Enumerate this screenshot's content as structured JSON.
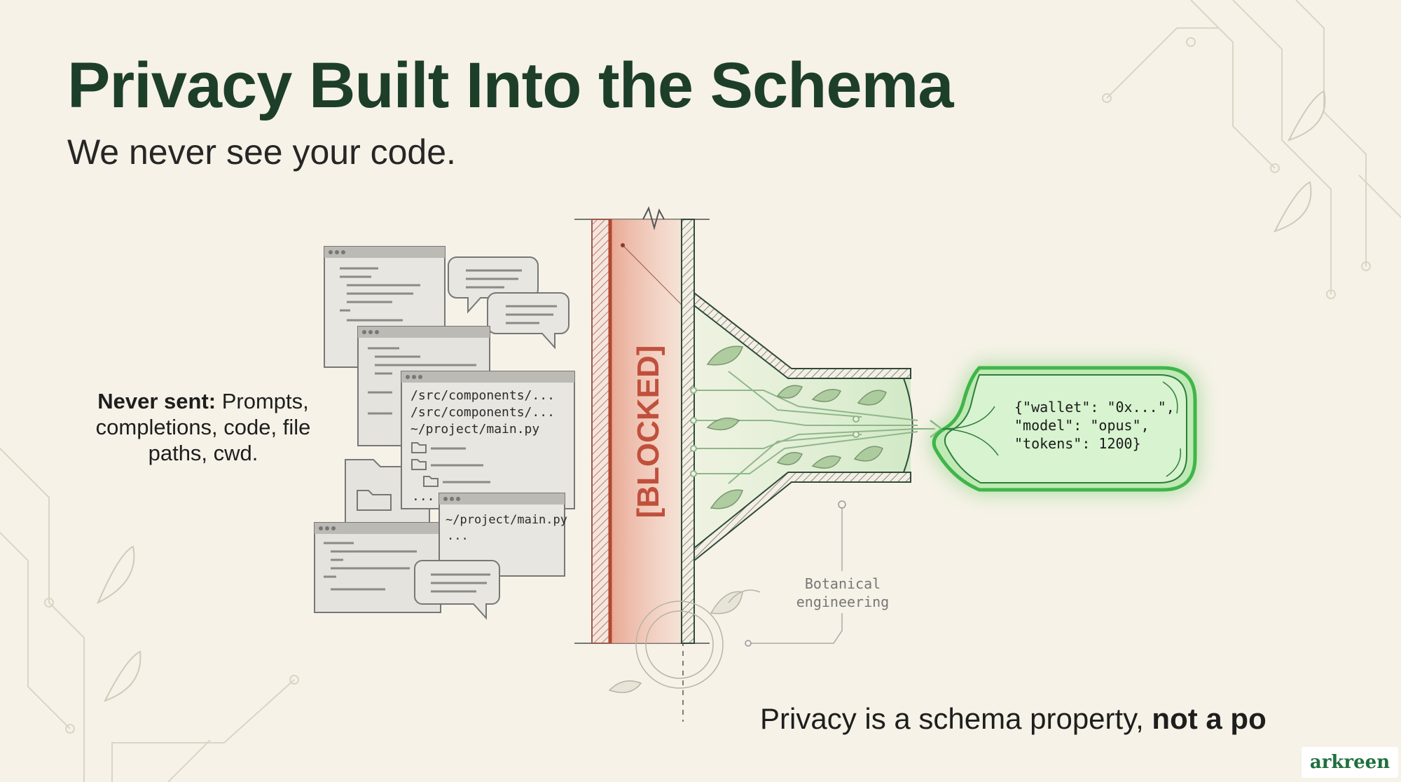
{
  "slide": {
    "title": "Privacy Built Into the Schema",
    "subtitle": "We never see your code.",
    "never_sent_label": "Never sent:",
    "never_sent_items": "Prompts, completions, code, file paths, cwd.",
    "schema_note_regular": "Privacy is a schema property, ",
    "schema_note_bold": "not a po"
  },
  "diagram": {
    "file_paths": [
      "/src/components/...",
      "/src/components/...",
      "~/project/main.py"
    ],
    "ellipsis": "...",
    "small_window_path": "~/project/main.py",
    "blocked_label": "[BLOCKED]",
    "annotation_line1": "Botanical",
    "annotation_line2": "engineering",
    "output_json": [
      "{\"wallet\": \"0x...\",",
      "\"model\": \"opus\",",
      "\"tokens\": 1200}"
    ]
  },
  "brand": {
    "name": "arkreen"
  },
  "colors": {
    "title": "#1d3f2a",
    "blocked": "#c0503c",
    "green": "#3fb54a",
    "pipe": "#2f4a39",
    "background": "#f6f2e7"
  }
}
